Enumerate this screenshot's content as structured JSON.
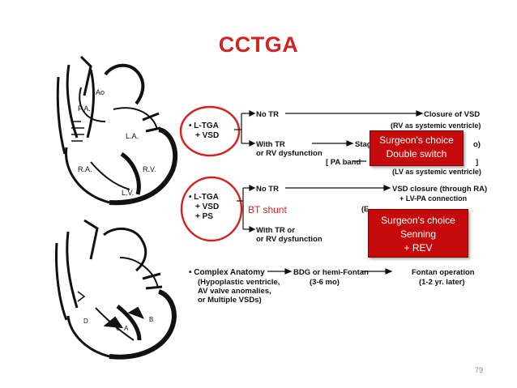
{
  "slide": {
    "title": "CCTGA",
    "page_number": "79",
    "colors": {
      "title": "#d2231f",
      "circle": "#d2231f",
      "callout_bg": "#c40a0a",
      "callout_text": "#ffffff"
    }
  },
  "heart_labels": {
    "ao": "Ao",
    "pa": "P.A.",
    "la": "L.A.",
    "ra": "R.A.",
    "rv": "R.V.",
    "lv": "L.V.",
    "d": "D",
    "c": "C",
    "a": "A",
    "b": "B"
  },
  "flow": {
    "group1": {
      "lines": [
        "• L-TGA",
        "+ VSD"
      ],
      "branch1": "No TR",
      "branch1_result": "Closure of VSD",
      "branch1_sub": "(RV as systemic ventricle)",
      "branch2_lines": [
        "With TR",
        "or RV dysfunction"
      ],
      "branch2_result": "Stag",
      "pa_band": "[ PA band",
      "branch2_end": "o)",
      "branch2_end2": "]",
      "branch2_sub": "(LV as systemic ventricle)"
    },
    "group2": {
      "lines": [
        "• L-TGA",
        "+ VSD",
        "+ PS"
      ],
      "branch1": "No TR",
      "branch1_result": "VSD closure (through RA)",
      "branch1_sub": "+ LV-PA connection",
      "branch1_frag": "(E",
      "branch2_lines": [
        "With TR or",
        "or RV dysfunction"
      ]
    },
    "group3": {
      "lines": [
        "• Complex Anatomy",
        "(Hypoplastic ventricle,",
        "AV valve anomalies,",
        "or Multiple VSDs)"
      ],
      "step1": "BDG or hemi-Fontan",
      "step1_sub": "(3-6 mo)",
      "step2": "Fontan operation",
      "step2_sub": "(1-2 yr. later)"
    }
  },
  "annotations": {
    "bt_shunt": "BT shunt",
    "callout1": [
      "Surgeon's choice",
      "Double switch"
    ],
    "callout2": [
      "Surgeon's choice",
      "Senning",
      "+ REV"
    ]
  }
}
